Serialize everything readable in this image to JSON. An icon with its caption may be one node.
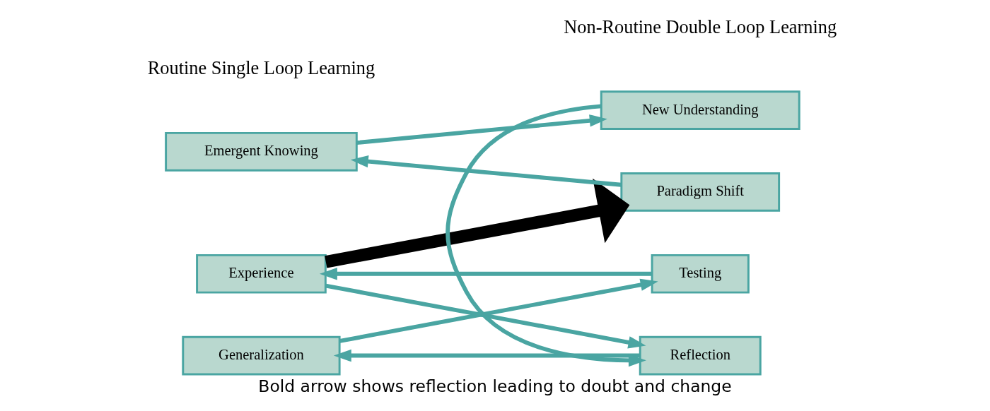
{
  "diagram": {
    "caption": "Bold arrow shows reflection leading to doubt and change",
    "nodes": [
      {
        "text": [
          "Experience"
        ]
      },
      {
        "text": [
          "Reflection"
        ]
      },
      {
        "text": [
          "Generalization"
        ]
      },
      {
        "text": [
          "Testing"
        ]
      },
      {
        "text": [
          "New Understanding"
        ]
      },
      {
        "text": [
          "Emergent Knowing"
        ]
      },
      {
        "text": [
          "Paradigm Shift"
        ]
      }
    ],
    "edges": [
      {
        "from": 0,
        "to": 1,
        "arrow": "to"
      },
      {
        "from": 1,
        "to": 2,
        "arrow": "to"
      },
      {
        "from": 2,
        "to": 3,
        "arrow": "to"
      },
      {
        "from": 3,
        "to": 0,
        "arrow": "to"
      },
      {
        "from": 0,
        "to": 6,
        "arrow": "to",
        "style": "thick",
        "color": "#000000"
      },
      {
        "from": 6,
        "to": 5,
        "arrow": "to"
      },
      {
        "from": 5,
        "to": 4,
        "arrow": "to"
      },
      {
        "from": 4,
        "to": 1,
        "arrow": "to"
      }
    ],
    "labels": [
      "Routine Single Loop Learning",
      "Non-Routine Double Loop Learning"
    ]
  }
}
